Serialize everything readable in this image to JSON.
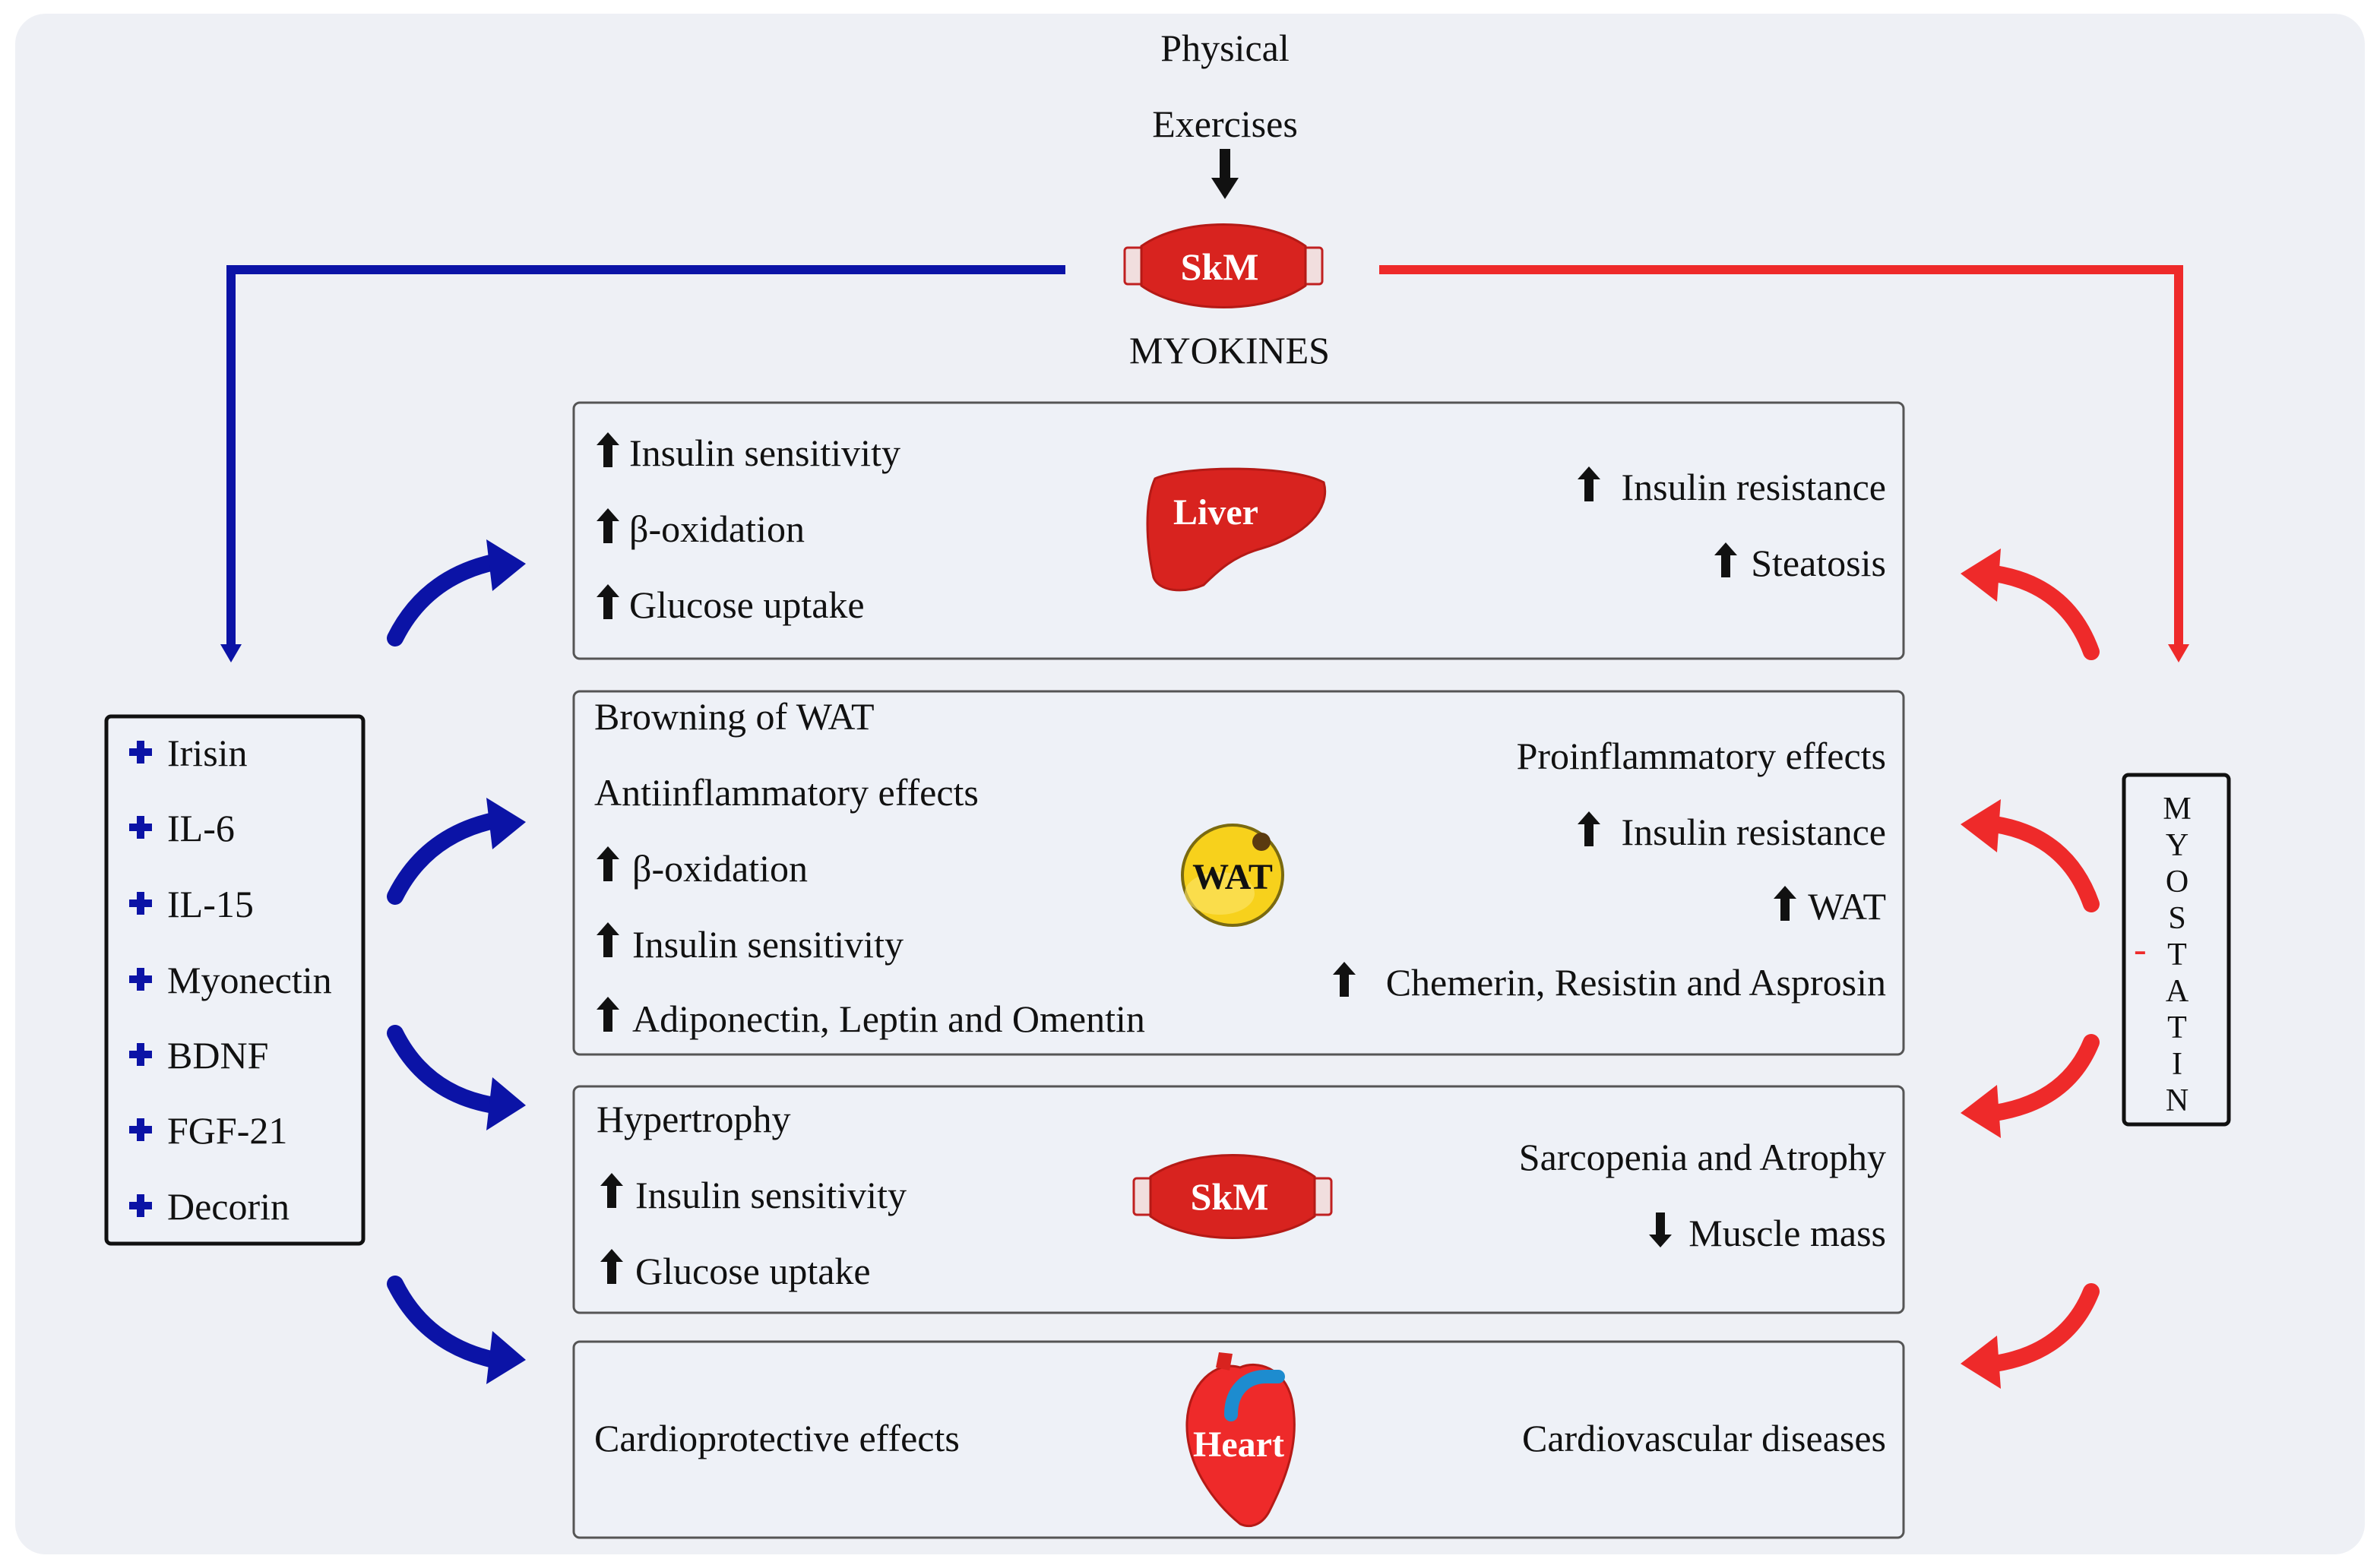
{
  "header": {
    "line1": "Physical",
    "line2": "Exercises",
    "skm_label": "SkM",
    "myokines_label": "MYOKINES"
  },
  "colors": {
    "blue": "#0b13a6",
    "red": "#ee2a2a",
    "organ_red": "#d8231f",
    "wat_yellow": "#f7d11c",
    "heart_blue": "#1d8ccf"
  },
  "myokines": [
    "Irisin",
    "IL-6",
    "IL-15",
    "Myonectin",
    "BDNF",
    "FGF-21",
    "Decorin"
  ],
  "myostatin": {
    "letters": [
      "M",
      "Y",
      "O",
      "S",
      "T",
      "A",
      "T",
      "I",
      "N"
    ],
    "sign": "-"
  },
  "panels": {
    "liver": {
      "organ": "Liver",
      "left": [
        "Insulin sensitivity",
        "β-oxidation",
        "Glucose uptake"
      ],
      "right": [
        "Insulin resistance",
        "Steatosis"
      ]
    },
    "wat": {
      "organ": "WAT",
      "left_plain": [
        "Browning of WAT",
        "Antiinflammatory effects"
      ],
      "left_up": [
        "β-oxidation",
        "Insulin sensitivity",
        "Adiponectin, Leptin and Omentin"
      ],
      "right_plain": "Proinflammatory effects",
      "right_up": [
        "Insulin resistance",
        "WAT",
        "Chemerin, Resistin and Asprosin"
      ]
    },
    "skm": {
      "organ": "SkM",
      "left_plain": "Hypertrophy",
      "left_up": [
        "Insulin sensitivity",
        "Glucose uptake"
      ],
      "right_plain": "Sarcopenia and Atrophy",
      "right_down": "Muscle mass"
    },
    "heart": {
      "organ": "Heart",
      "left": "Cardioprotective effects",
      "right": "Cardiovascular diseases"
    }
  }
}
